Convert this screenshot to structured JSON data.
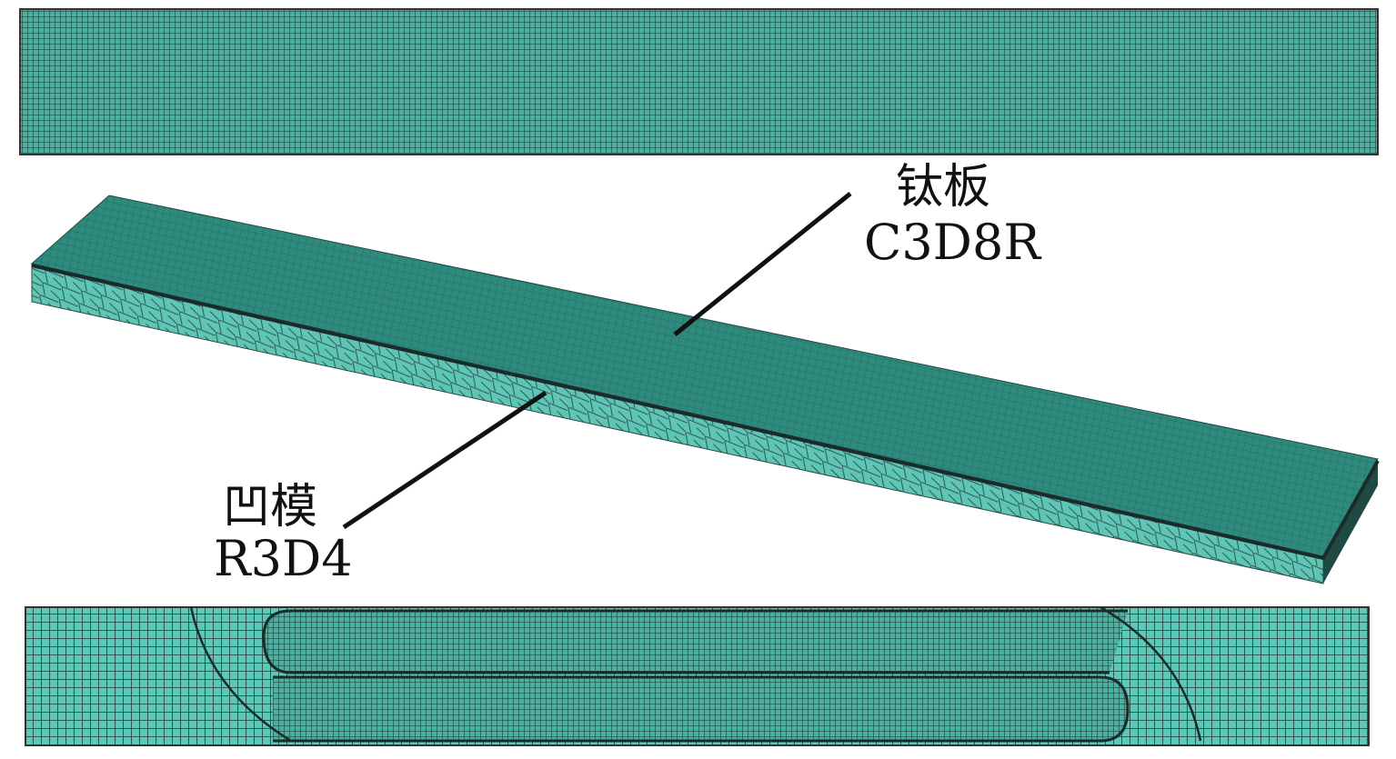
{
  "labels": {
    "plate_name": "钛板",
    "plate_element": "C3D8R",
    "die_name": "凹模",
    "die_element": "R3D4"
  },
  "colors": {
    "mesh_fill": "#3aa898",
    "mesh_light": "#5cc8b8",
    "mesh_line": "#1d3a36",
    "top_face": "#2f8a7e"
  }
}
